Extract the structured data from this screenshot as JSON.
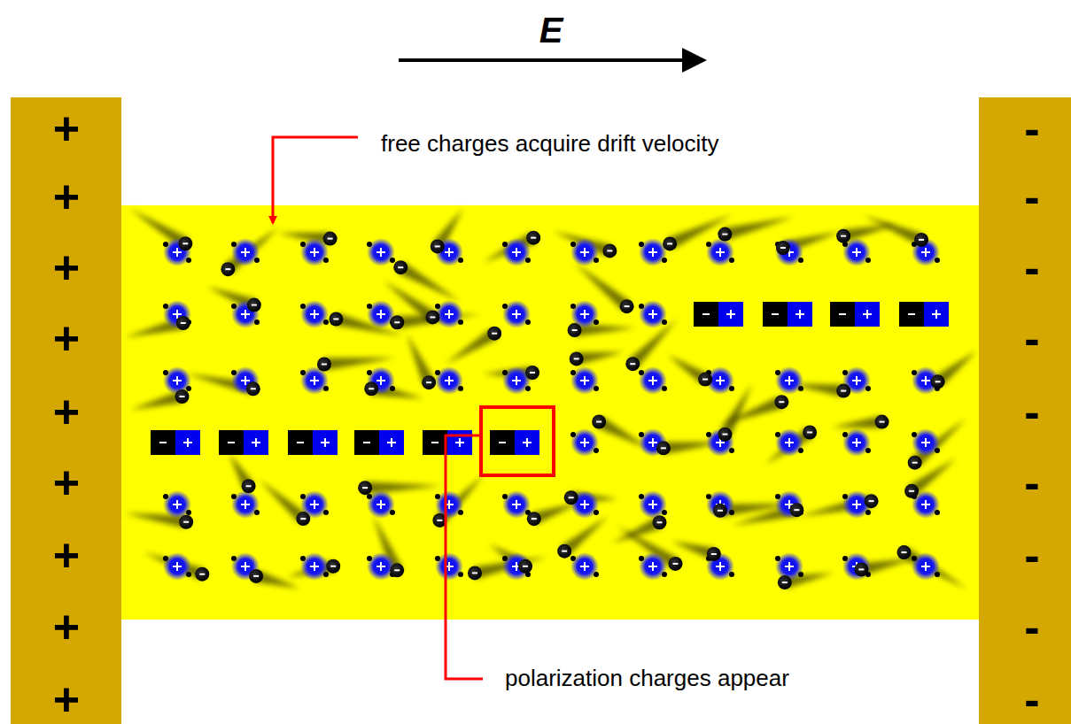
{
  "diagram": {
    "labels": [
      "E",
      "free charges acquire drift velocity",
      "polarization charges appear",
      "+",
      "+",
      "+",
      "+",
      "+",
      "+",
      "+",
      "+",
      "+",
      "-",
      "-",
      "-",
      "-",
      "-",
      "-",
      "-",
      "-",
      "-"
    ]
  }
}
